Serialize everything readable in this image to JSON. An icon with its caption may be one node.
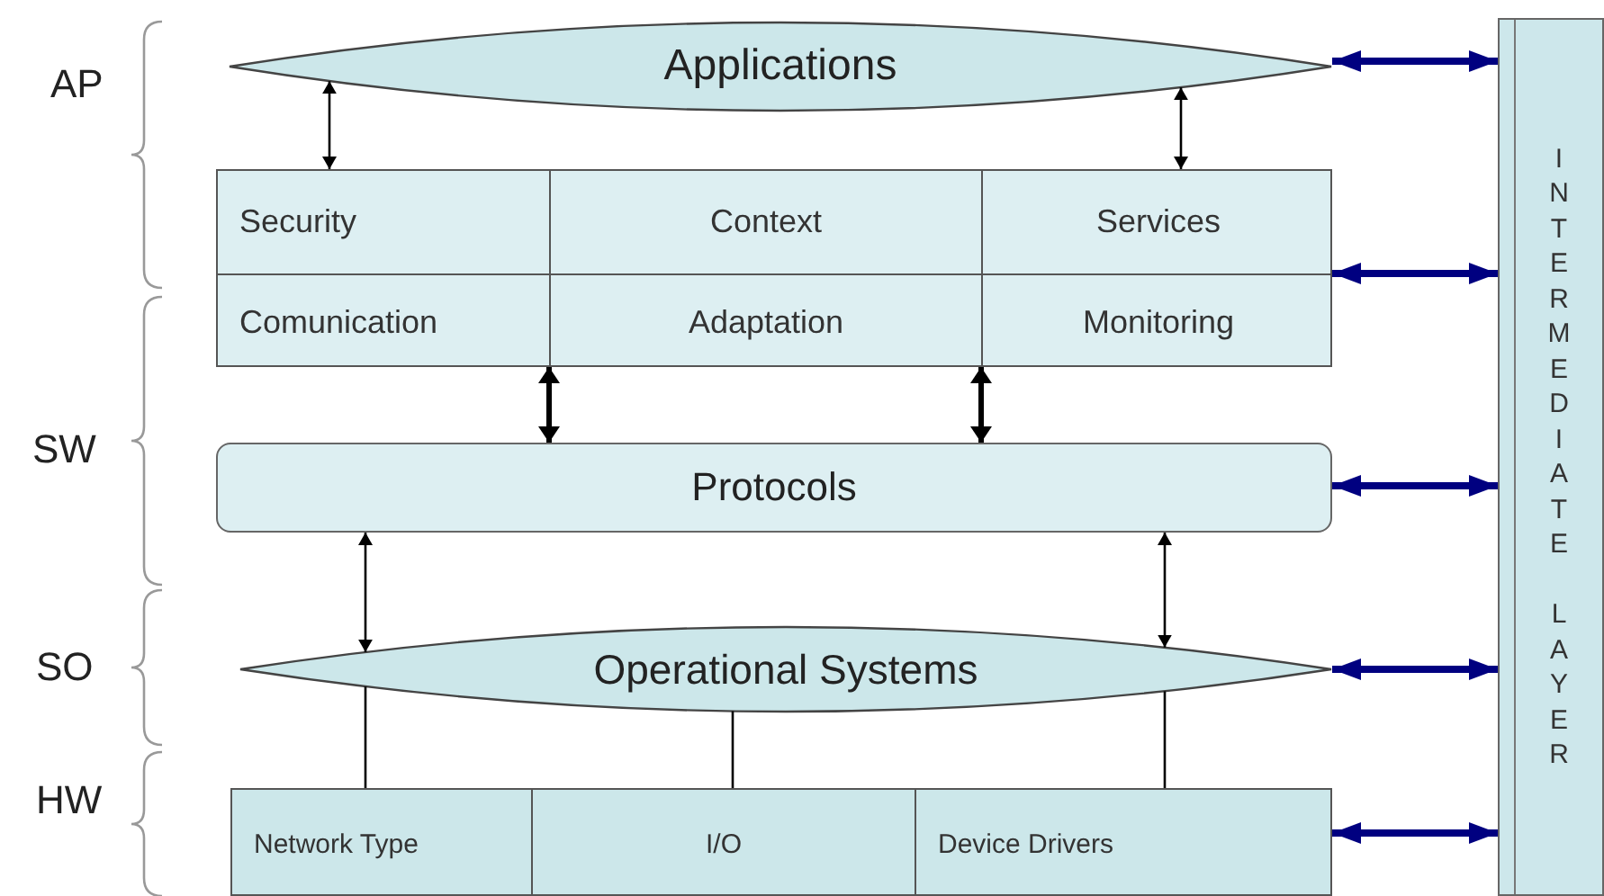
{
  "diagram": {
    "nodes": [
      {
        "text": [
          "Applications"
        ]
      },
      {
        "text": [],
        "shape": "box"
      },
      {
        "text": [
          "Security"
        ],
        "in": 1
      },
      {
        "text": [
          "Context"
        ],
        "in": 1
      },
      {
        "text": [
          "Services"
        ],
        "in": 1
      },
      {
        "text": [
          "Comunication"
        ],
        "in": 1
      },
      {
        "text": [
          "Adaptation"
        ],
        "in": 1
      },
      {
        "text": [
          "Monitoring"
        ],
        "in": 1
      },
      {
        "text": [
          "Protocols"
        ]
      },
      {
        "text": [
          "Operational Systems"
        ]
      },
      {
        "text": [],
        "shape": "box"
      },
      {
        "text": [
          "Network Type"
        ],
        "in": 10
      },
      {
        "text": [
          "I/O"
        ],
        "in": 10
      },
      {
        "text": [
          "Device Drivers"
        ],
        "in": 10
      },
      {
        "text": [
          "INTERMEDIATE LAYER"
        ]
      }
    ],
    "edges": [
      {
        "from": 0,
        "to": 2,
        "arrow": "both"
      },
      {
        "from": 0,
        "to": 4,
        "arrow": "both"
      },
      {
        "from": 1,
        "to": 8,
        "arrow": "both",
        "style": "thick"
      },
      {
        "from": 1,
        "to": 8,
        "arrow": "both",
        "style": "thick"
      },
      {
        "from": 8,
        "to": 9,
        "arrow": "both"
      },
      {
        "from": 8,
        "to": 9,
        "arrow": "both"
      },
      {
        "from": 9,
        "to": 11,
        "arrow": "none"
      },
      {
        "from": 9,
        "to": 12,
        "arrow": "none"
      },
      {
        "from": 9,
        "to": 13,
        "arrow": "none"
      },
      {
        "from": 0,
        "to": 14,
        "arrow": "both",
        "style": "thick",
        "color": "#000080"
      },
      {
        "from": 1,
        "to": 14,
        "arrow": "both",
        "style": "thick",
        "color": "#000080"
      },
      {
        "from": 8,
        "to": 14,
        "arrow": "both",
        "style": "thick",
        "color": "#000080"
      },
      {
        "from": 9,
        "to": 14,
        "arrow": "both",
        "style": "thick",
        "color": "#000080"
      },
      {
        "from": 10,
        "to": 14,
        "arrow": "both",
        "style": "thick",
        "color": "#000080"
      }
    ],
    "labels": [
      "AP",
      "SW",
      "SO",
      "HW"
    ]
  }
}
